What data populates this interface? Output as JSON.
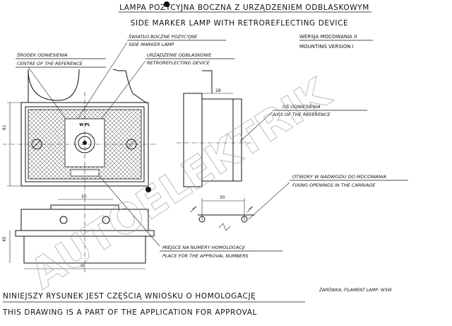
{
  "title": {
    "polish": "LAMPA POZYCYJNA BOCZNA Z URZĄDZENIEM ODBLASKOWYM",
    "english": "SIDE MARKER LAMP WITH RETROREFLECTING DEVICE"
  },
  "version": {
    "polish": "WERSJA MOCOWANIA II",
    "english": "MOUNTING VERSION I"
  },
  "callouts": {
    "lamp_pl": "ŚWIATŁO BOCZNE POZYCYJNE",
    "lamp_en": "SIDE MARKER LAMP",
    "reflector_pl": "URZĄDZENIE ODBLASKOWE",
    "reflector_en": "RETROREFLECTING DEVICE",
    "centre_pl": "ŚRODEK ODNIESIENIA",
    "centre_en": "CENTRE OF THE REFERENCE",
    "axis_pl": "OŚ ODNIESIENIA",
    "axis_en": "AXIS OF THE REFERENCE",
    "openings_pl": "OTWORY W NADWOZIU DO MOCOWANIA",
    "openings_en": "FIXING OPENINGS IN THE CARRIAGE",
    "approval_pl": "MIEJSCE NA NUMERY HOMOLOGACJI",
    "approval_en": "PLACE FOR THE APPROVAL NUMBERS"
  },
  "dimensions": {
    "depth": "28",
    "height": "81",
    "holes_top": "30",
    "holes_side": "30",
    "side_height": "45",
    "bottom_width": "55"
  },
  "lens_marking": "W PL",
  "bulb_note": "ŻARÓWKA: FILAMENT LAMP: W5W",
  "footer": {
    "polish": "NINIEJSZY RYSUNEK JEST CZĘŚCIĄ WNIOSKU O HOMOLOGACJĘ",
    "english": "THIS DRAWING IS A PART OF THE APPLICATION FOR APPROVAL"
  },
  "watermark": "AUTOELEKTRIK"
}
